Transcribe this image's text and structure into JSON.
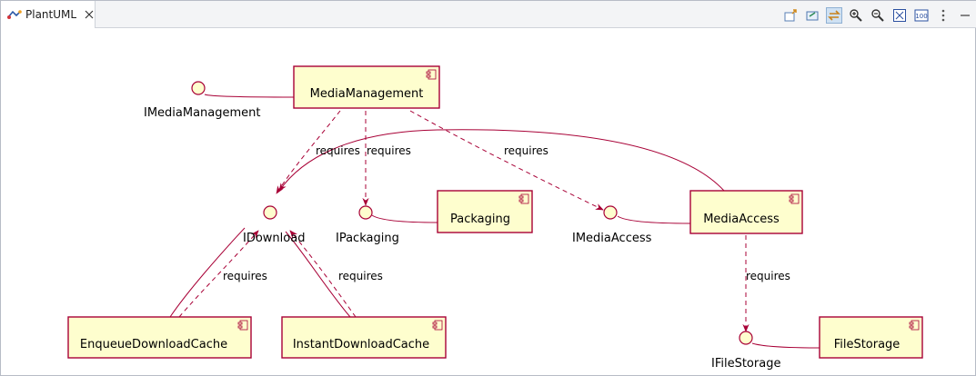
{
  "tab": {
    "title": "PlantUML"
  },
  "toolbar": {
    "buttons": [
      {
        "name": "export-icon"
      },
      {
        "name": "link-icon"
      },
      {
        "name": "sync-icon",
        "active": true
      },
      {
        "name": "zoom-in-icon"
      },
      {
        "name": "zoom-out-icon"
      },
      {
        "name": "fit-icon"
      },
      {
        "name": "zoom-100-icon",
        "label": "100"
      },
      {
        "name": "view-menu-icon"
      },
      {
        "name": "minimize-icon"
      }
    ]
  },
  "diagram": {
    "colors": {
      "line": "#a80036",
      "fill": "#fefece",
      "border": "#a80036"
    },
    "components": {
      "media_management": "MediaManagement",
      "packaging": "Packaging",
      "media_access": "MediaAccess",
      "enqueue_download_cache": "EnqueueDownloadCache",
      "instant_download_cache": "InstantDownloadCache",
      "file_storage": "FileStorage"
    },
    "interfaces": {
      "imedia_management": "IMediaManagement",
      "idownload": "IDownload",
      "ipackaging": "IPackaging",
      "imedia_access": "IMediaAccess",
      "ifile_storage": "IFileStorage"
    },
    "relations": {
      "mm_idownload": "requires",
      "mm_ipackaging": "requires",
      "mm_imedia_access": "requires",
      "enqueue_idownload": "requires",
      "instant_idownload": "requires",
      "media_access_ifile_storage": "requires"
    }
  }
}
